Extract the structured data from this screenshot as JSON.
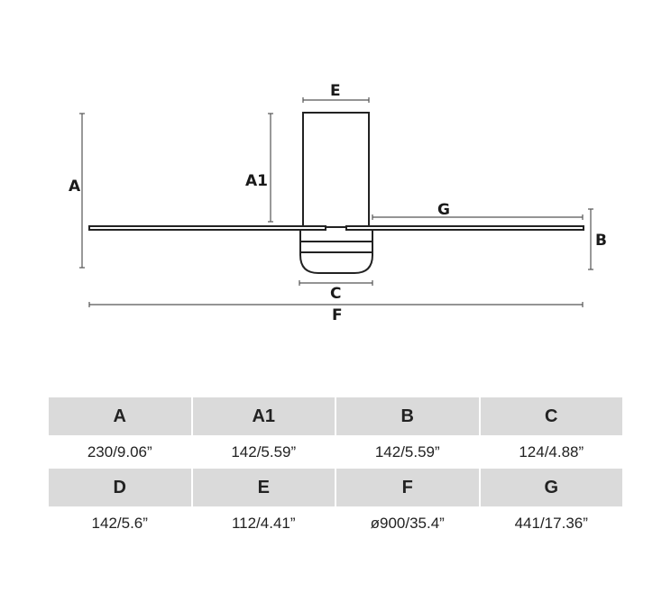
{
  "diagram": {
    "labels": {
      "A": "A",
      "A1": "A1",
      "B": "B",
      "C": "C",
      "E": "E",
      "F": "F",
      "G": "G"
    }
  },
  "table": {
    "rows": [
      {
        "headers": [
          "A",
          "A1",
          "B",
          "C"
        ],
        "values": [
          "230/9.06”",
          "142/5.59”",
          "142/5.59”",
          "124/4.88”"
        ]
      },
      {
        "headers": [
          "D",
          "E",
          "F",
          "G"
        ],
        "values": [
          "142/5.6”",
          "112/4.41”",
          "ø900/35.4”",
          "441/17.36”"
        ]
      }
    ]
  }
}
